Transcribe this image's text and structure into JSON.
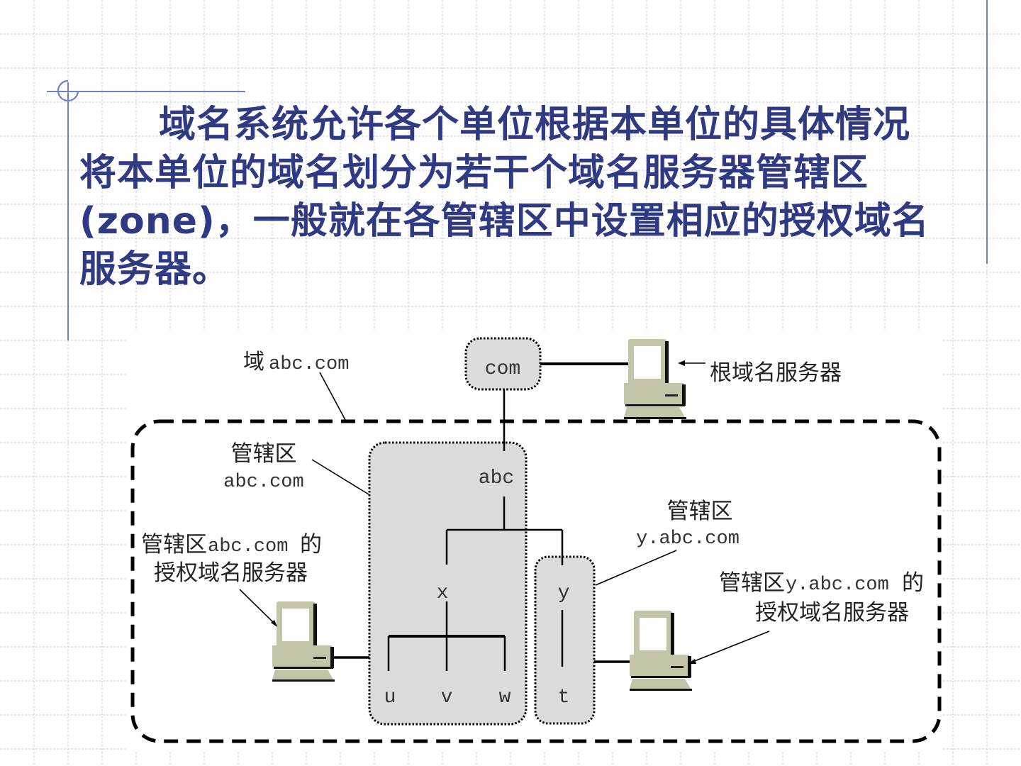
{
  "slide": {
    "paragraph_lines": [
      "域名系统允许各个单位根据本单位的具体情况",
      "将本单位的域名划分为若干个域名服务器管辖区",
      "(zone)，一般就在各管辖区中设置相应的授权域名",
      "服务器。"
    ],
    "colors": {
      "text": "#2f3a82",
      "decoration": "#6f82c8",
      "grid": "#c9cde0"
    }
  },
  "diagram": {
    "domain_label_prefix": "域",
    "domain_label_name": "abc.com",
    "root_node": "com",
    "root_server_label": "根域名服务器",
    "zone_abc": {
      "title": "管辖区",
      "name": "abc.com",
      "node_abc": "abc",
      "node_x": "x",
      "node_u": "u",
      "node_v": "v",
      "node_w": "w"
    },
    "zone_y": {
      "title": "管辖区",
      "name": "y.abc.com",
      "node_y": "y",
      "node_t": "t"
    },
    "server_abc_label_line1_prefix": "管辖区",
    "server_abc_label_line1_name": "abc.com",
    "server_abc_label_line1_suffix": "的",
    "server_abc_label_line2": "授权域名服务器",
    "server_y_label_line1_prefix": "管辖区",
    "server_y_label_line1_name": "y.abc.com",
    "server_y_label_line1_suffix": "的",
    "server_y_label_line2": "授权域名服务器",
    "icons": [
      "server-computer-icon",
      "server-computer-icon",
      "server-computer-icon"
    ],
    "colors": {
      "zone_fill": "#dcdcdc",
      "server_body": "#c8c8b0",
      "line": "#000000"
    }
  }
}
